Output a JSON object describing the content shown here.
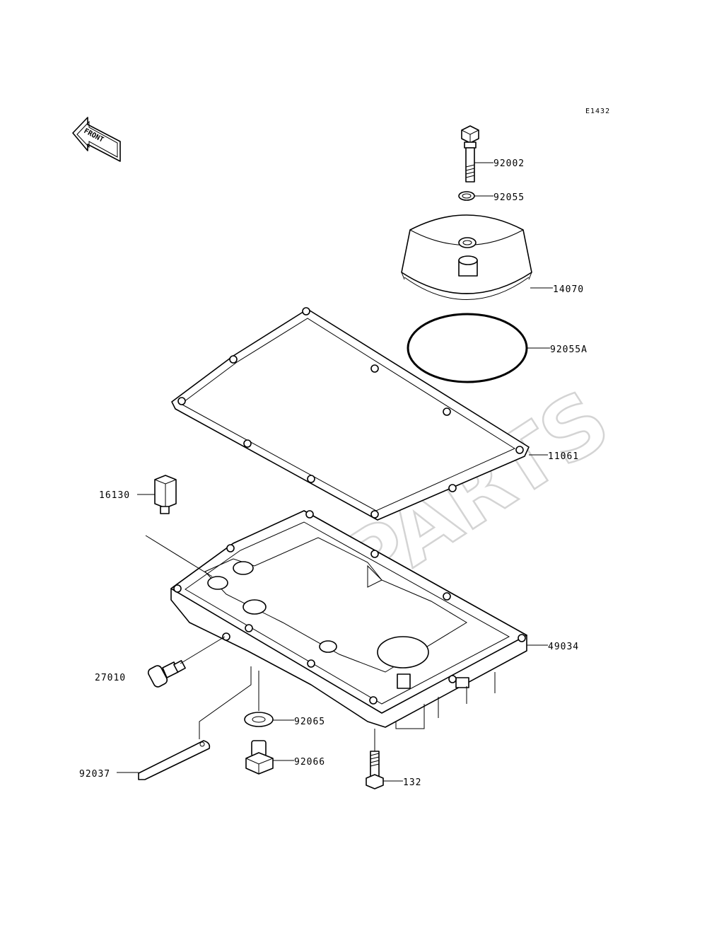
{
  "diagram_code": "E1432",
  "front_label": "FRONT",
  "watermark": "XPARTS",
  "labels": {
    "p92002": "92002",
    "p92055": "92055",
    "p14070": "14070",
    "p92055A": "92055A",
    "p11061": "11061",
    "p16130": "16130",
    "p49034": "49034",
    "p27010": "27010",
    "p92065": "92065",
    "p92066": "92066",
    "p92037": "92037",
    "p132": "132"
  }
}
